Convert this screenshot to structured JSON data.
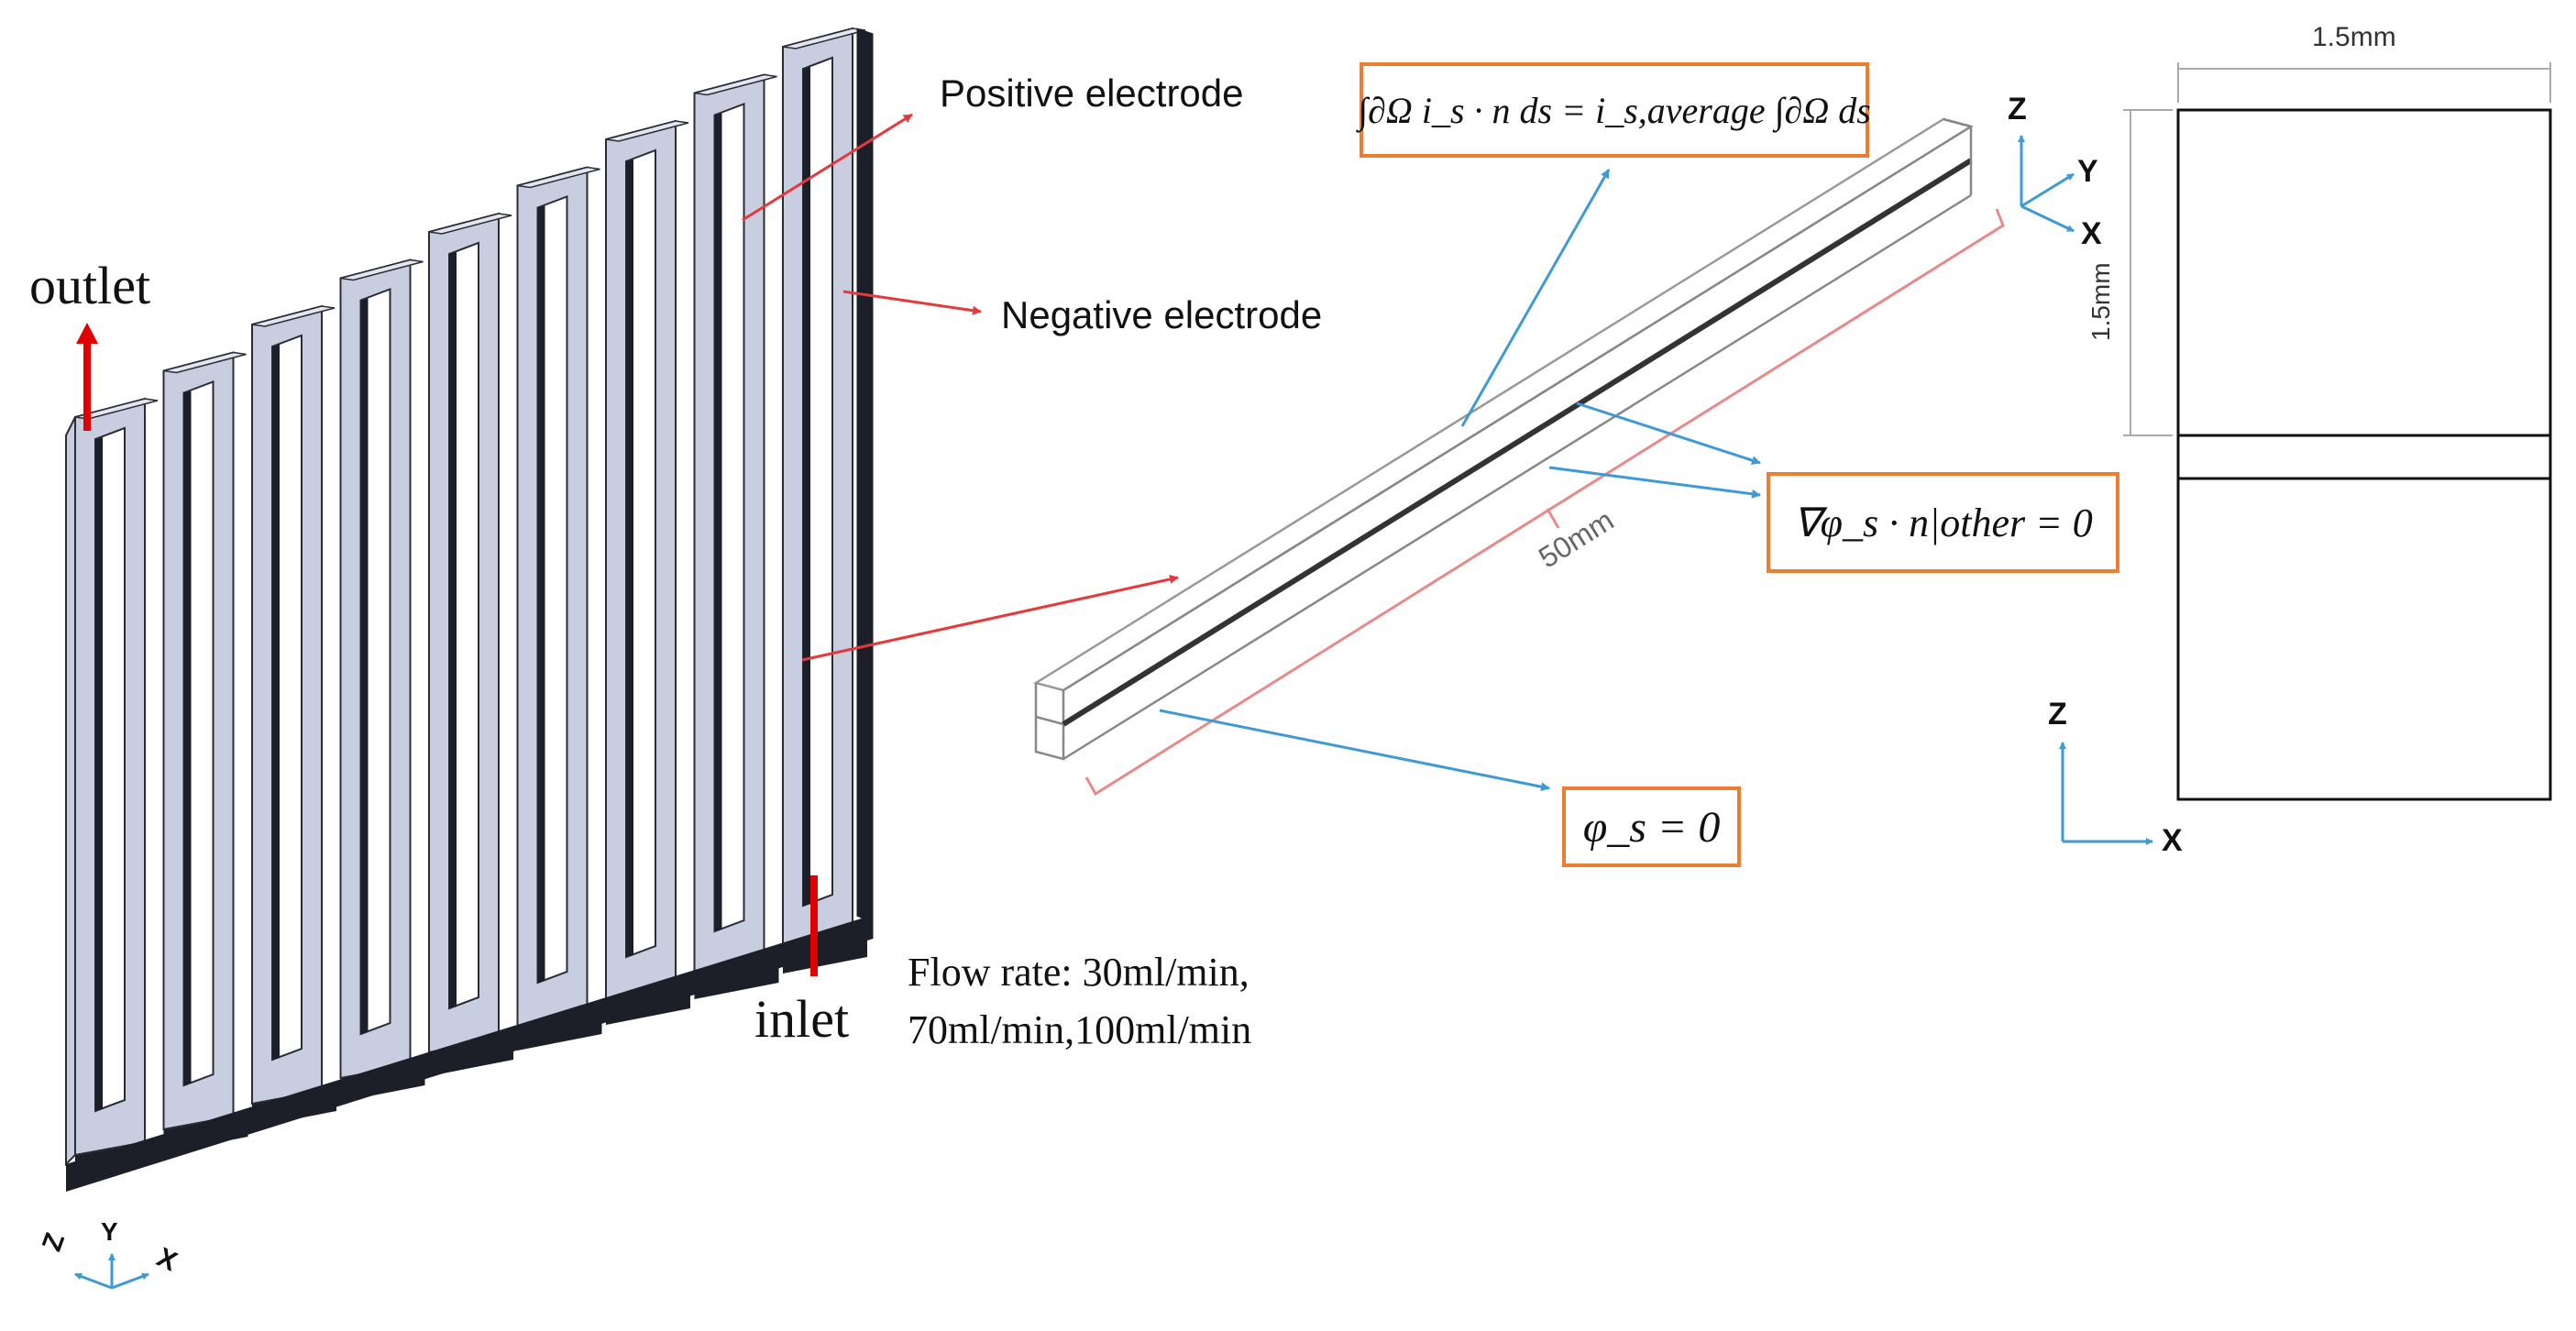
{
  "labels": {
    "outlet": "outlet",
    "inlet": "inlet",
    "positive_electrode": "Positive electrode",
    "negative_electrode": "Negative electrode",
    "flow_rate_line1": "Flow rate: 30ml/min,",
    "flow_rate_line2": "70ml/min,100ml/min",
    "length_dim": "50mm",
    "width_dim": "1.5mm",
    "height_dim": "1.5mm"
  },
  "equations": {
    "current_bc": "∫∂Ω i_s · n ds = i_s,average ∫∂Ω ds",
    "insulation_bc": "∇φ_s · n|other = 0",
    "ground_bc": "φ_s = 0"
  },
  "axes": {
    "z": "Z",
    "y": "Y",
    "x": "X"
  },
  "colors": {
    "electrode_face": "#c9cde0",
    "electrode_side": "#1d1f28",
    "pointer_red": "#e5393c",
    "pointer_blue": "#3d9ad7",
    "box_border": "#ed7d31",
    "flow_arrow": "#e00000"
  }
}
